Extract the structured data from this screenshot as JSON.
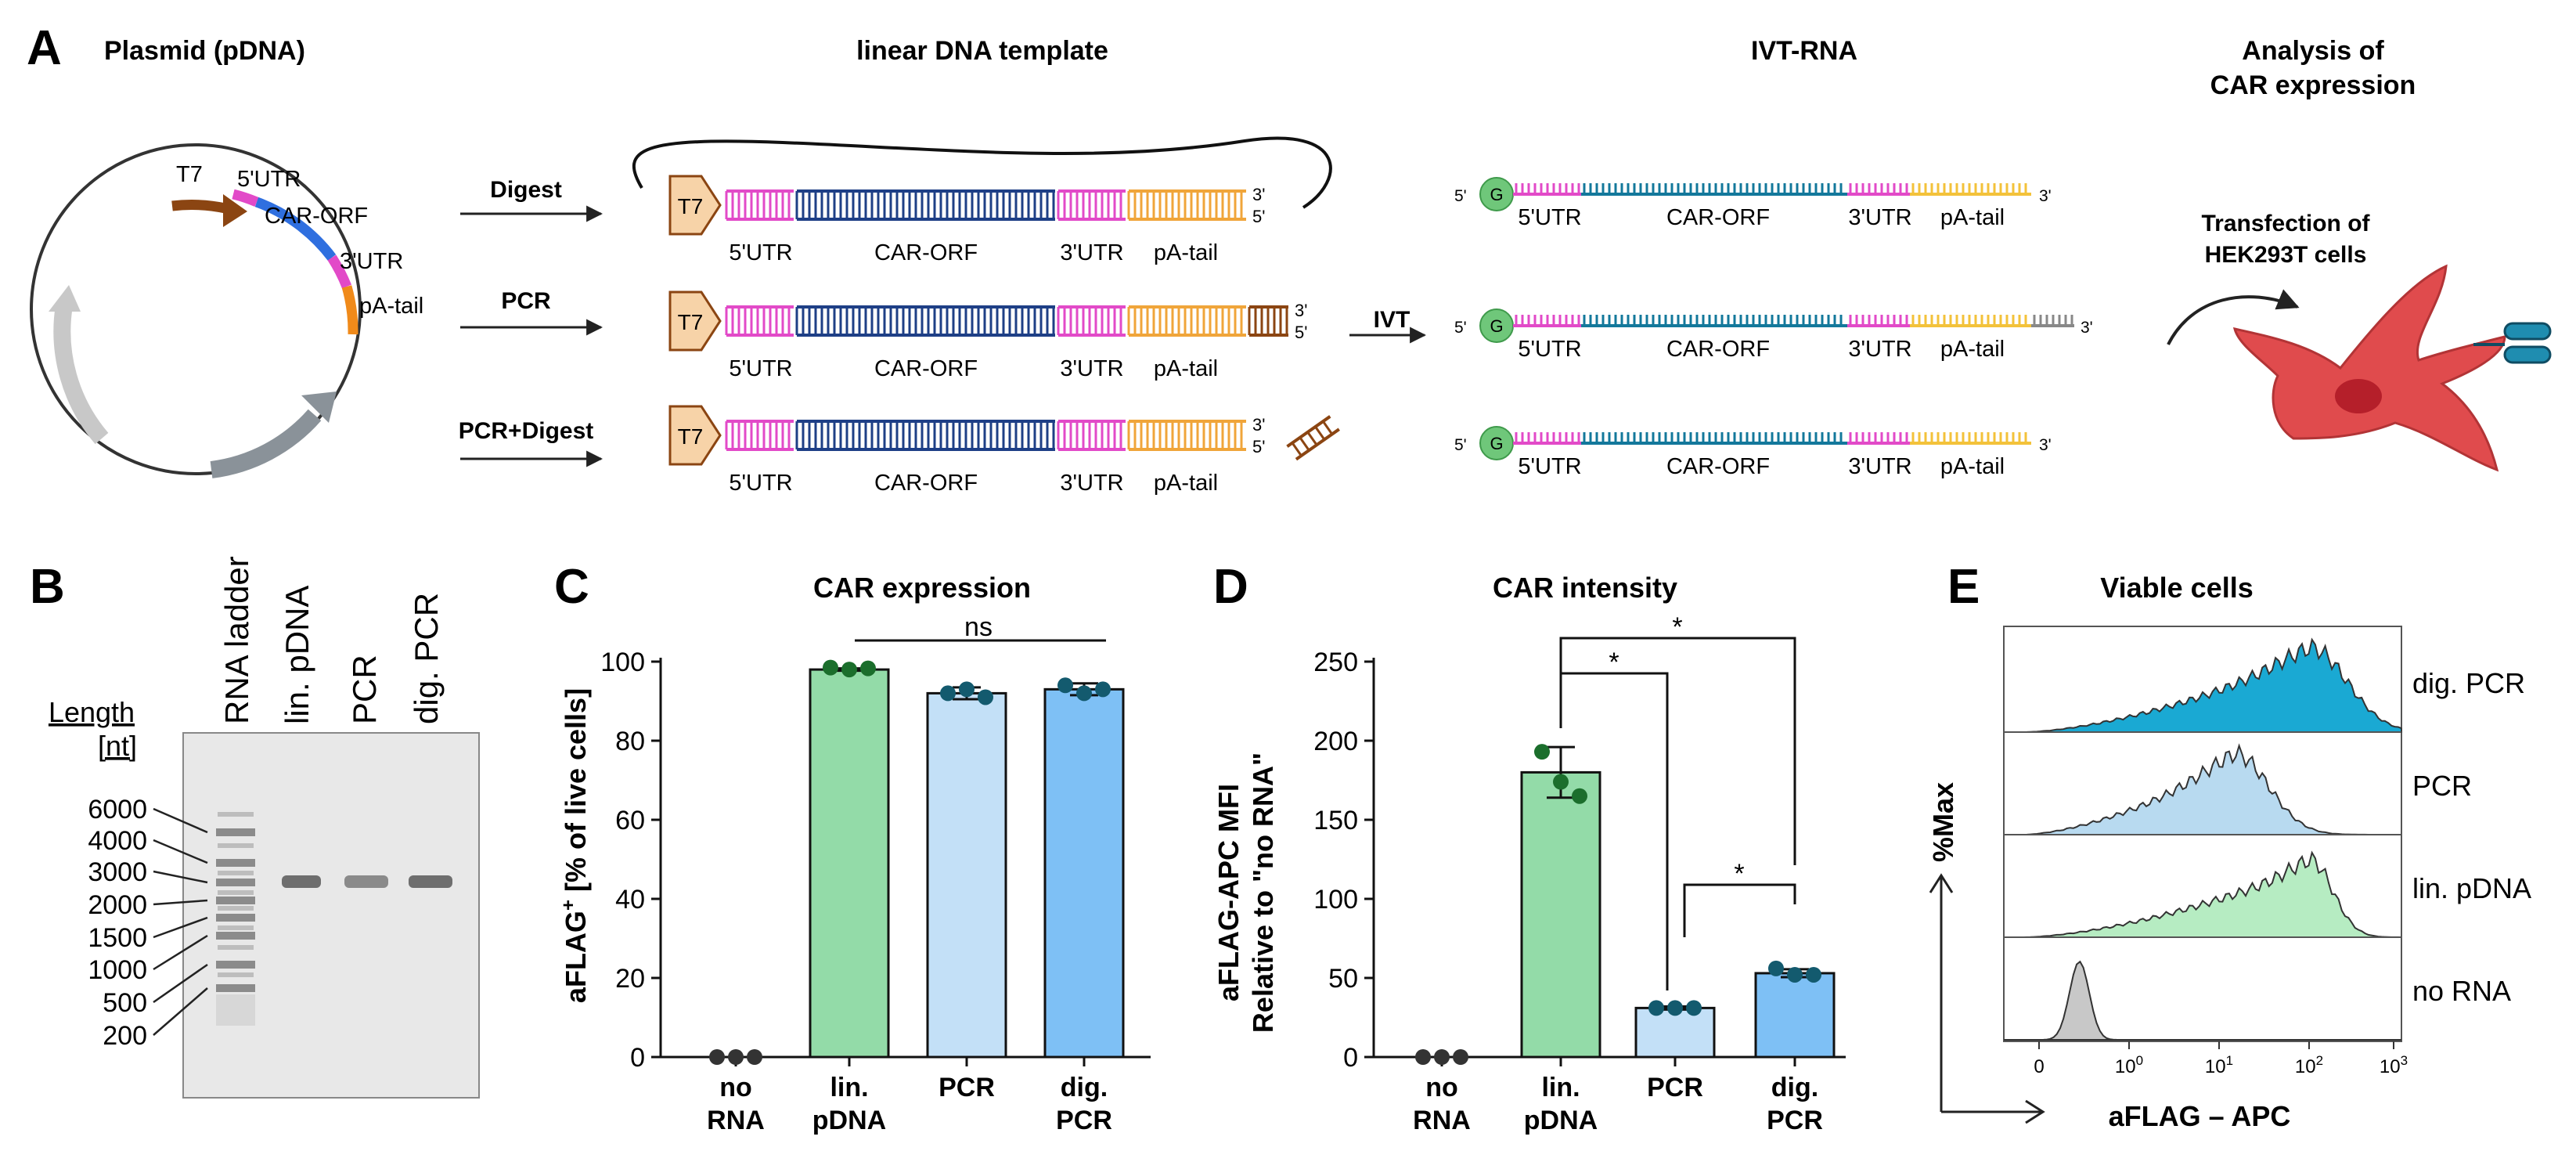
{
  "colors": {
    "utr_pink": "#e24ac8",
    "orf_navy": "#1e3f86",
    "pa_orange": "#f0a53a",
    "rna_teal": "#1c8fb4",
    "rna_orf": "#13789b",
    "rna_pa": "#f3c23a",
    "t7_fill": "#f7d3a8",
    "t7_brown": "#8b4512",
    "cap_green": "#6fc77a",
    "cell_red": "#e04b4d",
    "bar_green": "#93dba8",
    "bar_lightblue": "#c3e0f7",
    "bar_blue": "#7ec0f5",
    "hist_blue": "#1aa9d3",
    "hist_lightblue": "#b8daf0",
    "hist_green": "#b6ecc2",
    "hist_grey": "#c8c8c8",
    "dot_green": "#1b6e2c",
    "dot_teal": "#135a6e"
  },
  "panelA": {
    "letter": "A",
    "plasmid_title": "Plasmid (pDNA)",
    "plasmid_labels": {
      "t7": "T7",
      "utr5": "5'UTR",
      "orf": "CAR-ORF",
      "utr3": "3'UTR",
      "pa": "pA-tail"
    },
    "linear_title": "linear DNA template",
    "ivt_title": "IVT-RNA",
    "analysis_title": [
      "Analysis of",
      "CAR expression"
    ],
    "routes": [
      "Digest",
      "PCR",
      "PCR+Digest"
    ],
    "ivt_label": "IVT",
    "t7": "T7",
    "segment_labels": [
      "5'UTR",
      "CAR-ORF",
      "3'UTR",
      "pA-tail"
    ],
    "end3": "3'",
    "end5": "5'",
    "cap": "G",
    "transfection": [
      "Transfection of",
      "HEK293T cells"
    ]
  },
  "panelB": {
    "letter": "B",
    "length_label": [
      "Length",
      "[nt]"
    ],
    "ladder_values": [
      "6000",
      "4000",
      "3000",
      "2000",
      "1500",
      "1000",
      "500",
      "200"
    ],
    "lane_labels": [
      "RNA ladder",
      "lin. pDNA",
      "PCR",
      "dig. PCR"
    ]
  },
  "panelC": {
    "letter": "C",
    "title": "CAR expression",
    "ylabel_main": "aFLAG",
    "ylabel_sup": "+",
    "ylabel_rest": " [% of live cells]",
    "significance": "ns"
  },
  "panelD": {
    "letter": "D",
    "title": "CAR intensity",
    "ylabel": [
      "aFLAG-APC MFI",
      "Relative to \"no RNA\""
    ],
    "significance": [
      "*",
      "*",
      "*"
    ]
  },
  "panelE": {
    "letter": "E",
    "title": "Viable cells",
    "ylabel": "%Max",
    "xlabel": "aFLAG – APC",
    "tracks": [
      "dig. PCR",
      "PCR",
      "lin. pDNA",
      "no RNA"
    ],
    "x_ticks": [
      "0",
      "10",
      "10",
      "10",
      "10"
    ],
    "x_tick_exps": [
      "",
      "0",
      "1",
      "2",
      "3"
    ]
  },
  "chart_data": [
    {
      "type": "bar",
      "title": "CAR expression",
      "categories": [
        "no RNA",
        "lin. pDNA",
        "PCR",
        "dig. PCR"
      ],
      "values": [
        0,
        98,
        92,
        93
      ],
      "points": [
        [
          0,
          0,
          0
        ],
        [
          98.5,
          98,
          98.3
        ],
        [
          92,
          93,
          91
        ],
        [
          94,
          92,
          93
        ]
      ],
      "errors": [
        0,
        0.3,
        1.5,
        1.5
      ],
      "ylabel": "aFLAG+ [% of live cells]",
      "ylim": [
        0,
        100
      ],
      "yticks": [
        0,
        20,
        40,
        60,
        80,
        100
      ],
      "colors": [
        "#ffffff",
        "#93dba8",
        "#c3e0f7",
        "#7ec0f5"
      ]
    },
    {
      "type": "bar",
      "title": "CAR intensity",
      "categories": [
        "no RNA",
        "lin. pDNA",
        "PCR",
        "dig. PCR"
      ],
      "values": [
        0,
        180,
        31,
        53
      ],
      "points": [
        [
          0,
          0,
          0
        ],
        [
          193,
          174,
          165
        ],
        [
          31,
          31,
          31
        ],
        [
          56,
          52,
          52
        ]
      ],
      "errors": [
        0,
        16,
        1,
        2.5
      ],
      "ylabel": "aFLAG-APC MFI Relative to \"no RNA\"",
      "ylim": [
        0,
        250
      ],
      "yticks": [
        0,
        50,
        100,
        150,
        200,
        250
      ],
      "colors": [
        "#ffffff",
        "#93dba8",
        "#c3e0f7",
        "#7ec0f5"
      ]
    }
  ]
}
